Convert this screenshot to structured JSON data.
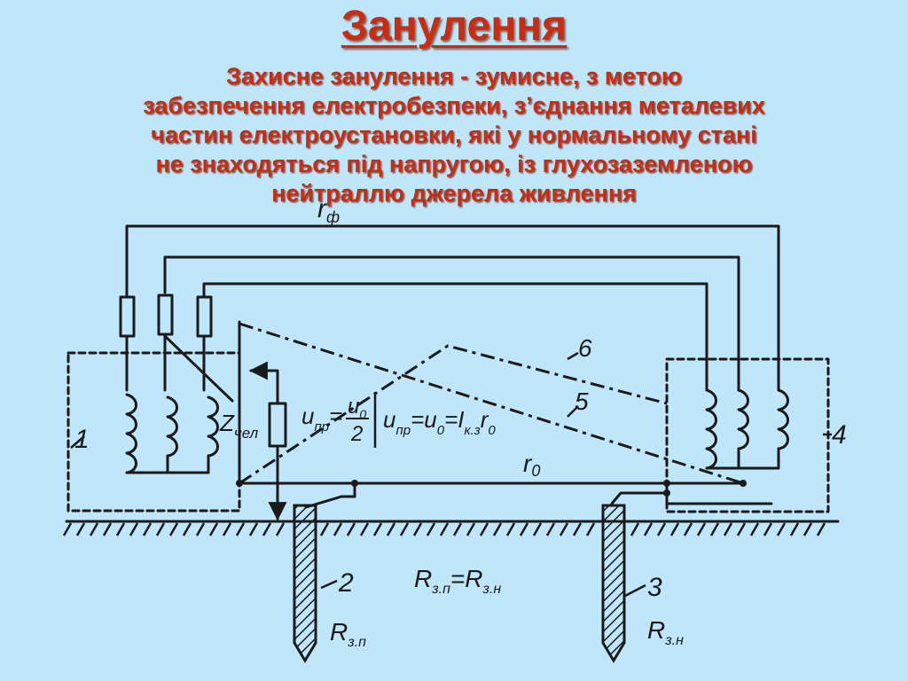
{
  "title": "Занулення",
  "definition": {
    "line1": "Захисне  занулення -  зумисне, з метою",
    "line2": "забезпечення електробезпеки, з’єднання  металевих",
    "line3": "частин електроустановки, які у нормальному стані",
    "line4": "не знаходяться під напругою, із глухозаземленою",
    "line5": "нейтраллю джерела живлення"
  },
  "diagram": {
    "r_phase": "r",
    "r_phase_sub": "ф",
    "r_zero": "r",
    "r_zero_sub": "0",
    "label_1": "1",
    "label_2": "2",
    "label_3": "3",
    "label_4": "4",
    "label_5": "5",
    "label_6": "6",
    "z_person": "Z",
    "z_person_sub": "чел",
    "u_touch_left": "u",
    "u_touch_left_sub_sup": "пр",
    "u_touch_left_eq": "=",
    "u_frac_num": "u",
    "u_frac_num_sub": "0",
    "u_frac_den": "2",
    "u_touch_right": "u",
    "u_touch_right_sub": "пр",
    "u_touch_right_eq": "=u",
    "u_touch_right_eq_sub": "0",
    "u_touch_right_rhs": "=I",
    "u_touch_right_rhs_sub": "к.з",
    "u_touch_right_r": "r",
    "u_touch_right_r_sub": "0",
    "resistance_eq": "R",
    "resistance_eq_sub1": "з.п",
    "resistance_eq_mid": "=R",
    "resistance_eq_sub2": "з.н",
    "r_ground_left": "R",
    "r_ground_left_sub": "з.п",
    "r_ground_right": "R",
    "r_ground_right_sub": "з.н"
  }
}
